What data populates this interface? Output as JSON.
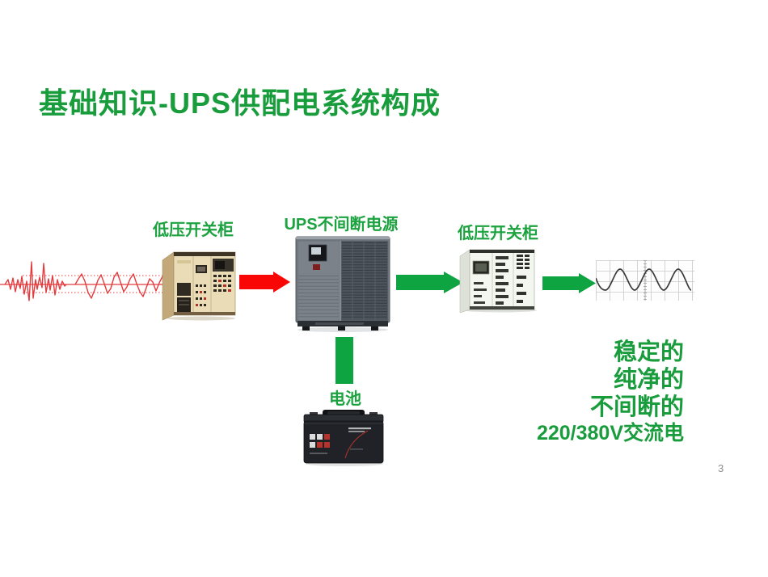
{
  "title": "基础知识-UPS供配电系统构成",
  "page_number": "3",
  "diagram": {
    "switchgear_left_label": "低压开关柜",
    "ups_label": "UPS不间断电源",
    "switchgear_right_label": "低压开关柜",
    "battery_label": "电池"
  },
  "output_text": {
    "line1": "稳定的",
    "line2": "纯净的",
    "line3": "不间断的",
    "line4": "220/380V交流电"
  },
  "colors": {
    "title_green": "#189C3C",
    "label_green": "#1CA23F",
    "arrow_green": "#0EA441",
    "arrow_red": "#F90606",
    "wave_red": "#E43B3E",
    "clean_wave_stroke": "#3B3B3B",
    "page_gray": "#8E8E8E"
  }
}
